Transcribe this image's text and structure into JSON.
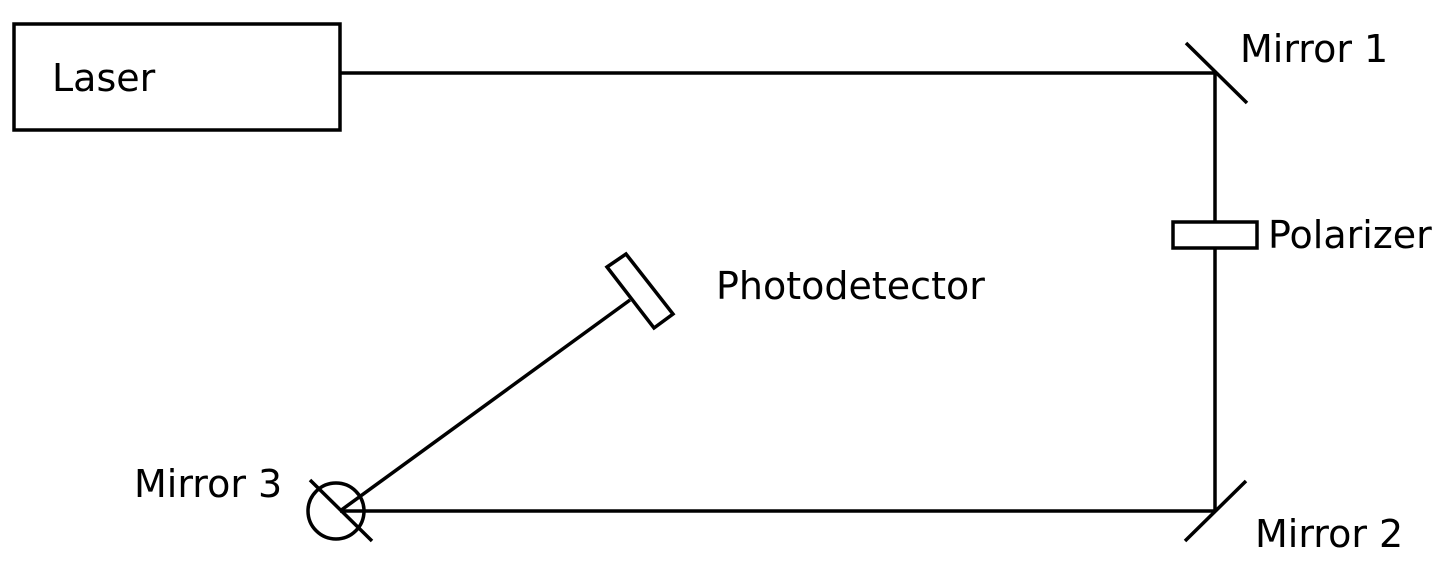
{
  "labels": {
    "laser": "Laser",
    "mirror_1": "Mirror 1",
    "polarizer": "Polarizer",
    "photodetector": "Photodetector",
    "mirror_3": "Mirror 3",
    "mirror_2": "Mirror 2"
  },
  "colors": {
    "line": "#000000",
    "background": "#ffffff"
  }
}
